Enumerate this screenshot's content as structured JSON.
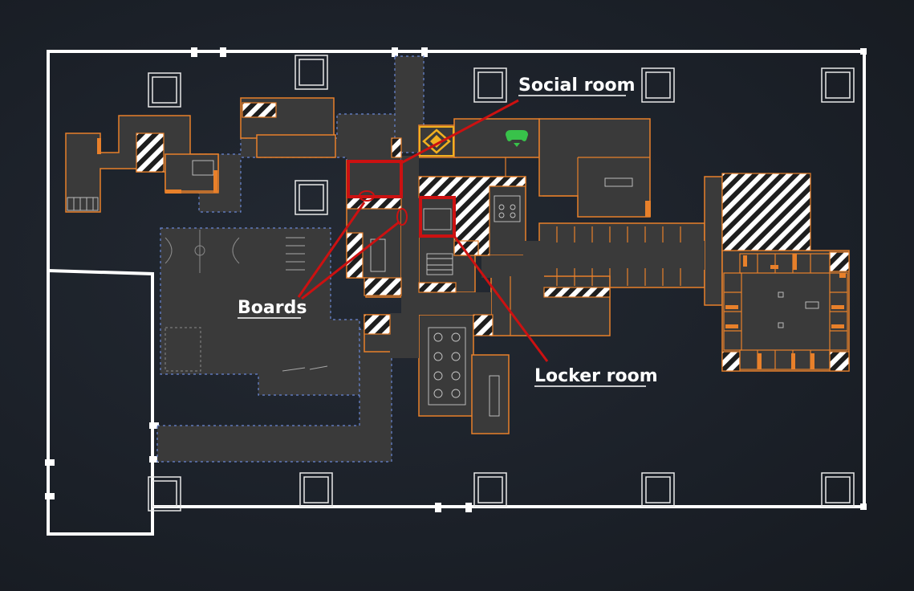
{
  "map": {
    "colors": {
      "background": "#1c2129",
      "outline": "#ffffff",
      "floor": "#3a3a3a",
      "wall": "#e8802a",
      "blue_outline": "#6a88d6",
      "highlight": "#cc1111",
      "hatch": "#ffffff",
      "icon_yellow": "#f0b020",
      "icon_green": "#38c24a"
    },
    "icons": {
      "marker": "diamond-icon",
      "game": "controller-icon"
    },
    "annotations": [
      {
        "id": "social",
        "text": "Social room"
      },
      {
        "id": "boards",
        "text": "Boards"
      },
      {
        "id": "locker",
        "text": "Locker room"
      }
    ]
  }
}
